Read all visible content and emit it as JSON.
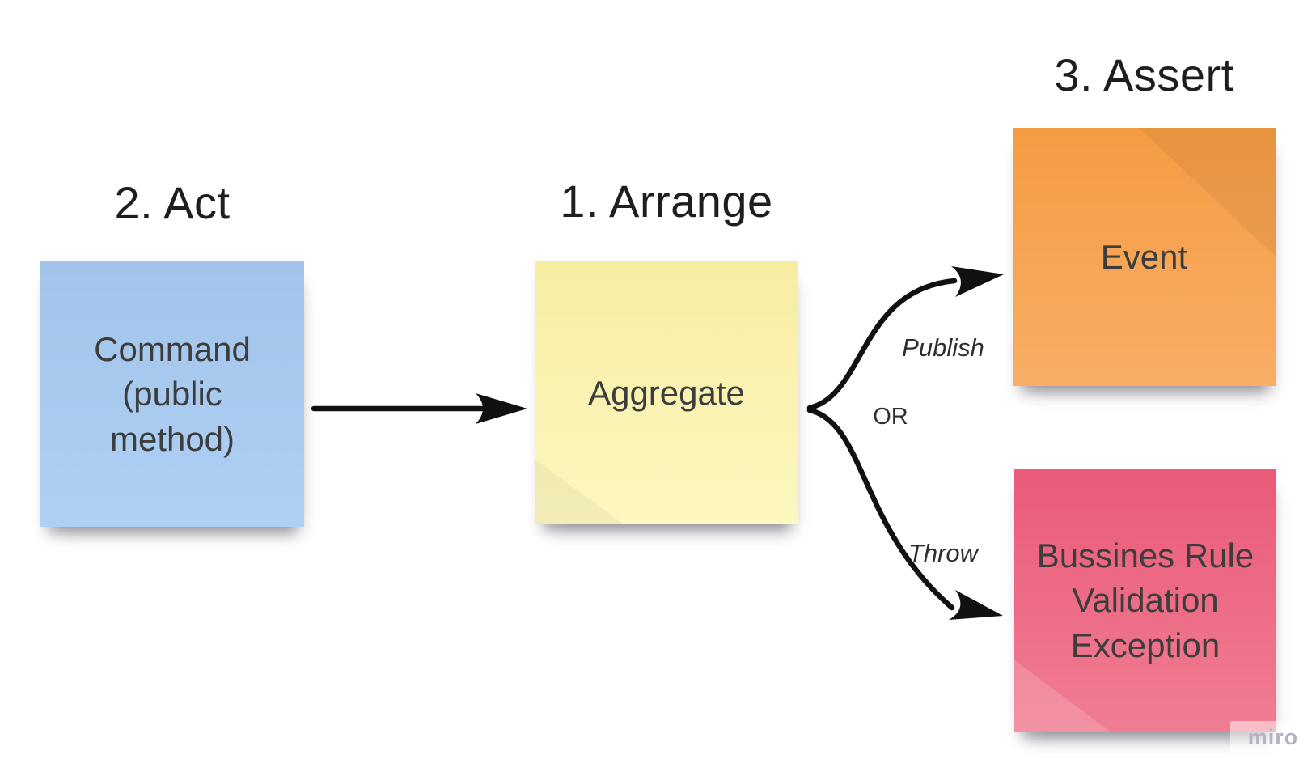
{
  "board": {
    "headings": [
      {
        "id": "act",
        "label": "2. Act"
      },
      {
        "id": "arrange",
        "label": "1. Arrange"
      },
      {
        "id": "assert",
        "label": "3. Assert"
      }
    ],
    "notes": [
      {
        "id": "command",
        "text": "Command (public method)",
        "color_top": "#a2c4ea",
        "color_bottom": "#aed0f4"
      },
      {
        "id": "aggregate",
        "text": "Aggregate",
        "color_top": "#f7eda1",
        "color_bottom": "#fdf7c0"
      },
      {
        "id": "event",
        "text": "Event",
        "color_top": "#f49c42",
        "color_bottom": "#f8ae66"
      },
      {
        "id": "exception",
        "text": "Bussines Rule Validation Exception",
        "color_top": "#ea5a79",
        "color_bottom": "#f07d92"
      }
    ],
    "connectors": {
      "publish_label": "Publish",
      "or_label": "OR",
      "throw_label": "Throw",
      "stroke_color": "#111111"
    },
    "watermark": {
      "label": "miro",
      "text_color": "#b4b1c2"
    },
    "note_text_color": "#3d3d3d",
    "heading_color": "#1e1e1e"
  }
}
